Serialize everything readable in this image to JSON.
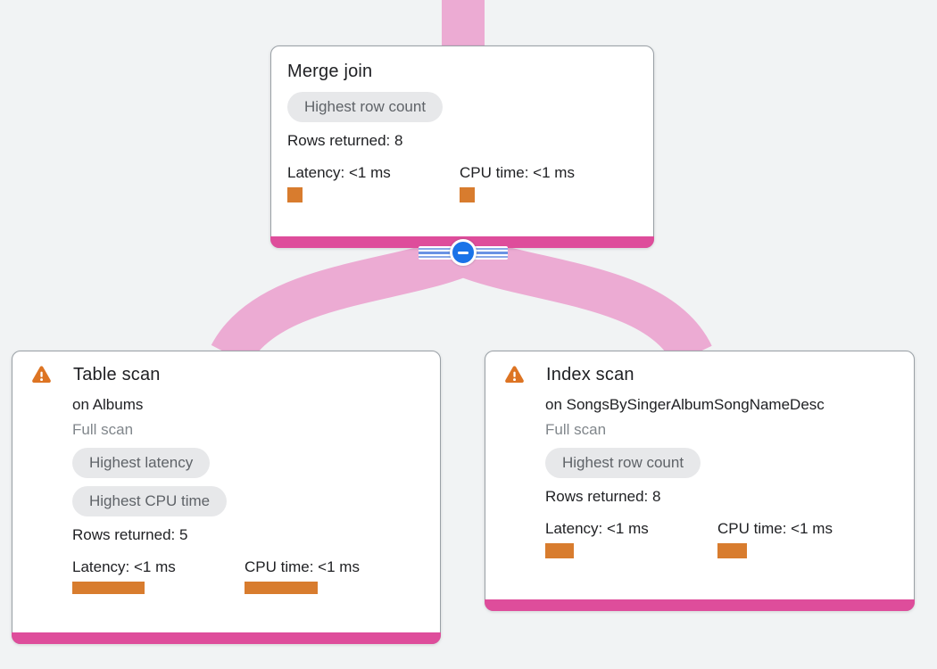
{
  "colors": {
    "background": "#f1f3f4",
    "edge_pink": "#ecabd3",
    "accent_pink": "#de4d9b",
    "metric_orange": "#d87c2e",
    "warning_orange": "#dd7423",
    "badge_bg": "#e7e8ea",
    "badge_text": "#5f6368",
    "collapse_blue": "#1a73e8",
    "text_primary": "#202124",
    "text_secondary": "#80868b"
  },
  "nodes": {
    "merge_join": {
      "title": "Merge join",
      "badges": [
        "Highest row count"
      ],
      "rows_returned": "Rows returned: 8",
      "metrics": [
        {
          "label": "Latency: <1 ms",
          "bar_style": "width:17px;height:17px"
        },
        {
          "label": "CPU time: <1 ms",
          "bar_style": "width:17px;height:17px"
        }
      ]
    },
    "table_scan": {
      "title": "Table scan",
      "subtitle": "on Albums",
      "scan_type": "Full scan",
      "badges": [
        "Highest latency",
        "Highest CPU time"
      ],
      "rows_returned": "Rows returned: 5",
      "metrics": [
        {
          "label": "Latency: <1 ms",
          "bar_style": "width:81px;height:14px"
        },
        {
          "label": "CPU time: <1 ms",
          "bar_style": "width:82px;height:14px"
        }
      ]
    },
    "index_scan": {
      "title": "Index scan",
      "subtitle": "on SongsBySingerAlbumSongNameDesc",
      "scan_type": "Full scan",
      "badges": [
        "Highest row count"
      ],
      "rows_returned": "Rows returned: 8",
      "metrics": [
        {
          "label": "Latency: <1 ms",
          "bar_style": "width:32px;height:17px"
        },
        {
          "label": "CPU time: <1 ms",
          "bar_style": "width:33px;height:17px"
        }
      ]
    }
  }
}
